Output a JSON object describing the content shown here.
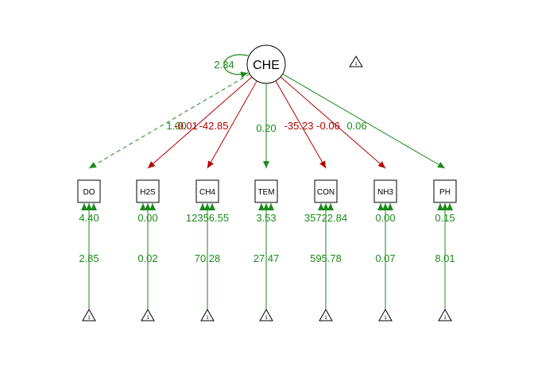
{
  "colors": {
    "positive": "#1a8a1a",
    "negative": "#b30000",
    "node_stroke": "#000000",
    "background": "#ffffff"
  },
  "latent": {
    "label": "CHE",
    "variance": "2.34",
    "intercept_label": "1"
  },
  "indicators": [
    {
      "id": "DO",
      "label": "DO",
      "loading": "1.00",
      "loading_sign": "positive",
      "fixed": true,
      "residual": "4.40",
      "intercept": "2.85",
      "intercept_label": "1"
    },
    {
      "id": "H2S",
      "label": "H2S",
      "loading": "-0.01",
      "loading_sign": "negative",
      "fixed": false,
      "residual": "0.00",
      "intercept": "0.02",
      "intercept_label": "1"
    },
    {
      "id": "CH4",
      "label": "CH4",
      "loading": "-42.85",
      "loading_sign": "negative",
      "fixed": false,
      "residual": "12356.55",
      "intercept": "70.28",
      "intercept_label": "1"
    },
    {
      "id": "TEM",
      "label": "TEM",
      "loading": "0.20",
      "loading_sign": "positive",
      "fixed": false,
      "residual": "3.53",
      "intercept": "27.47",
      "intercept_label": "1"
    },
    {
      "id": "CON",
      "label": "CON",
      "loading": "-35.23",
      "loading_sign": "negative",
      "fixed": false,
      "residual": "35722.84",
      "intercept": "595.78",
      "intercept_label": "1"
    },
    {
      "id": "NH3",
      "label": "NH3",
      "loading": "-0.06",
      "loading_sign": "negative",
      "fixed": false,
      "residual": "0.00",
      "intercept": "0.07",
      "intercept_label": "1"
    },
    {
      "id": "PH",
      "label": "PH",
      "loading": "0.06",
      "loading_sign": "positive",
      "fixed": false,
      "residual": "0.15",
      "intercept": "8.01",
      "intercept_label": "1"
    }
  ]
}
